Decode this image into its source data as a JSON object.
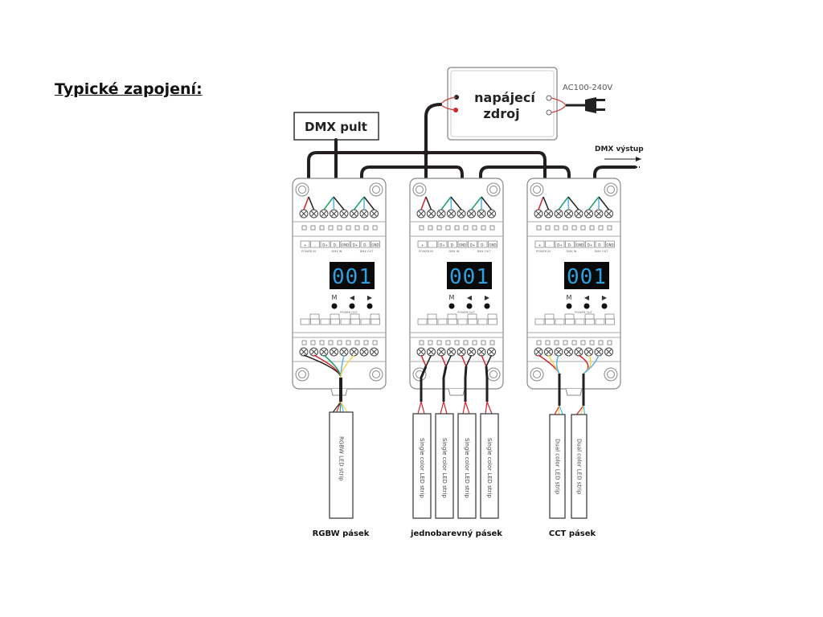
{
  "heading": "Typické zapojení:",
  "dmx_console": {
    "label": "DMX pult"
  },
  "power_supply": {
    "line1": "napájecí",
    "line2": "zdroj",
    "input_label": "AC100-240V"
  },
  "dmx_output": {
    "label": "DMX výstup"
  },
  "decoders": [
    {
      "display": "001",
      "buttons": [
        "M",
        "◀",
        "▶"
      ],
      "input_labels": [
        "+",
        "-",
        "D+",
        "D-",
        "GND",
        "D+",
        "D-",
        "GND"
      ],
      "group_labels": [
        "POWER IN",
        "DMX IN",
        "DMX OUT"
      ],
      "output_group_label": "POWER OUT"
    },
    {
      "display": "001",
      "buttons": [
        "M",
        "◀",
        "▶"
      ],
      "input_labels": [
        "+",
        "-",
        "D+",
        "D-",
        "GND",
        "D+",
        "D-",
        "GND"
      ],
      "group_labels": [
        "POWER IN",
        "DMX IN",
        "DMX OUT"
      ],
      "output_group_label": "POWER OUT"
    },
    {
      "display": "001",
      "buttons": [
        "M",
        "◀",
        "▶"
      ],
      "input_labels": [
        "+",
        "-",
        "D+",
        "D-",
        "GND",
        "D+",
        "D-",
        "GND"
      ],
      "group_labels": [
        "POWER IN",
        "DMX IN",
        "DMX OUT"
      ],
      "output_group_label": "POWER OUT"
    }
  ],
  "strips": {
    "rgbw": {
      "text": "RGBW LED strip",
      "caption": "RGBW pásek"
    },
    "single": {
      "text": "Single color LED strip",
      "caption": "jednobarevný pásek"
    },
    "cct": {
      "text": "Dual color LED strip",
      "caption": "CCT pásek"
    }
  },
  "colors": {
    "wire": "#231f20",
    "red": "#d2232a",
    "green": "#1e9c6b",
    "blue": "#56b4e0",
    "yellow": "#f2d64b",
    "display_bg": "#0a0a0a",
    "display_fg": "#2f9fe0"
  }
}
